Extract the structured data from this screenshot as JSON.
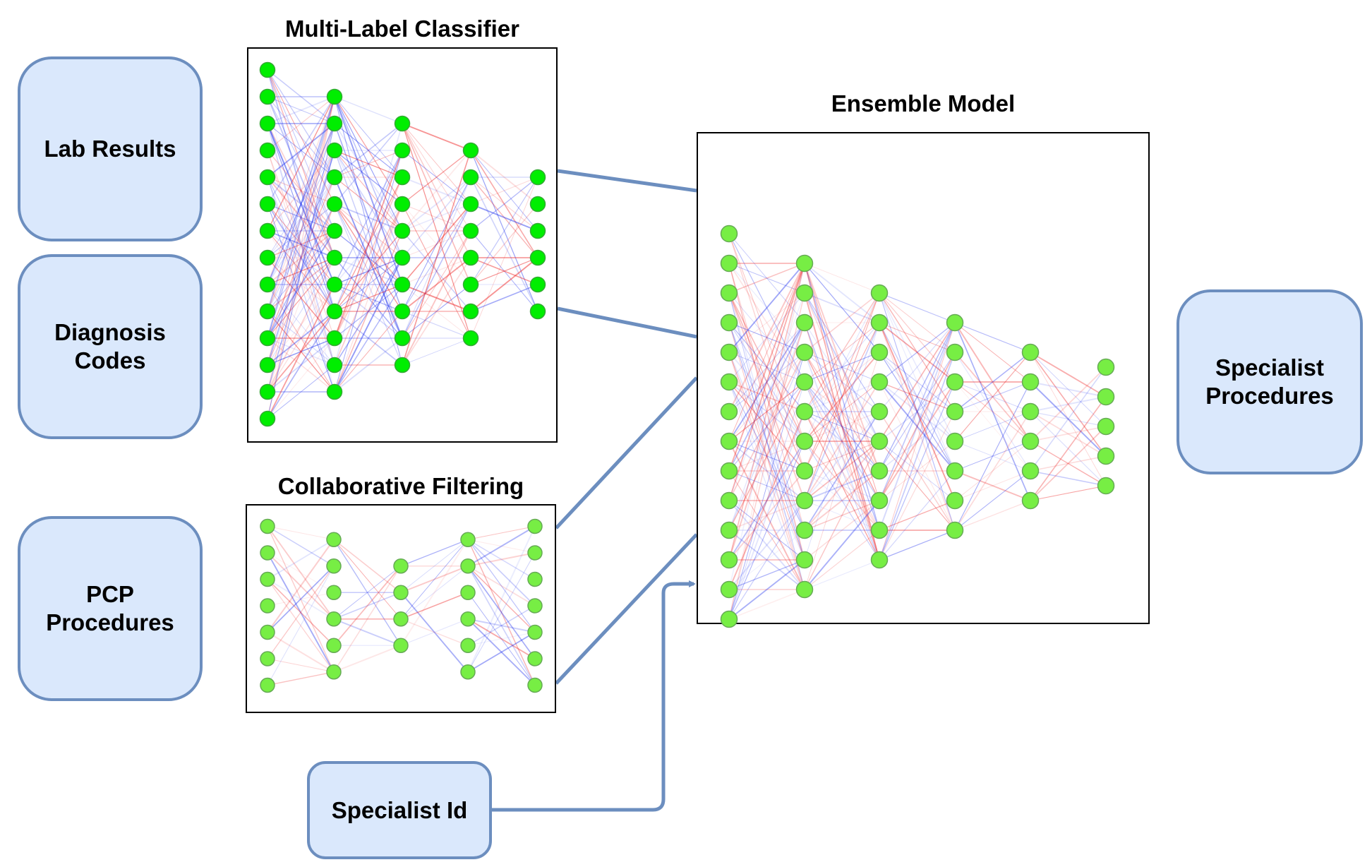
{
  "inputs": {
    "lab_results": "Lab Results",
    "diagnosis_codes": "Diagnosis\nCodes",
    "pcp_procedures": "PCP\nProcedures",
    "specialist_id": "Specialist Id"
  },
  "output": {
    "specialist_procedures": "Specialist\nProcedures"
  },
  "models": {
    "multi_label_classifier": {
      "title": "Multi-Label Classifier",
      "layers": [
        14,
        12,
        10,
        8,
        6
      ]
    },
    "collaborative_filtering": {
      "title": "Collaborative Filtering",
      "layers": [
        7,
        6,
        4,
        6,
        7
      ]
    },
    "ensemble_model": {
      "title": "Ensemble Model",
      "layers": [
        14,
        12,
        10,
        8,
        6,
        5
      ]
    }
  },
  "colors": {
    "box_fill": "#dae8fc",
    "box_border": "#6c8ebf",
    "connector": "#6c8ebf",
    "node_bright": "#00ee00",
    "node_light": "#77ee44",
    "edge_red": "#ee2222",
    "edge_blue": "#2233ee"
  }
}
